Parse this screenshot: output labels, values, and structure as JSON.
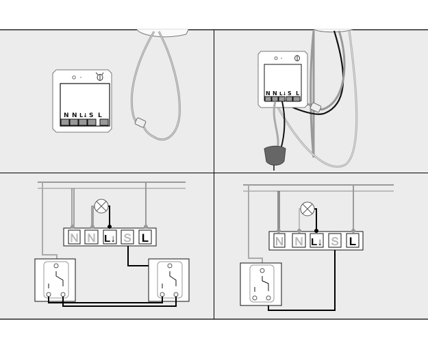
{
  "device": {
    "terminals": [
      "N",
      "N",
      "L↓",
      "S",
      "L"
    ]
  },
  "schematic": {
    "terminals": [
      "N",
      "N",
      "L↓",
      "S",
      "L"
    ]
  },
  "colors": {
    "background": "#ececec",
    "frame": "#000000",
    "live_wire": "#000000",
    "neutral_wire": "#bbbbbb",
    "phase_bus": "#999999",
    "socket": "#666666"
  }
}
